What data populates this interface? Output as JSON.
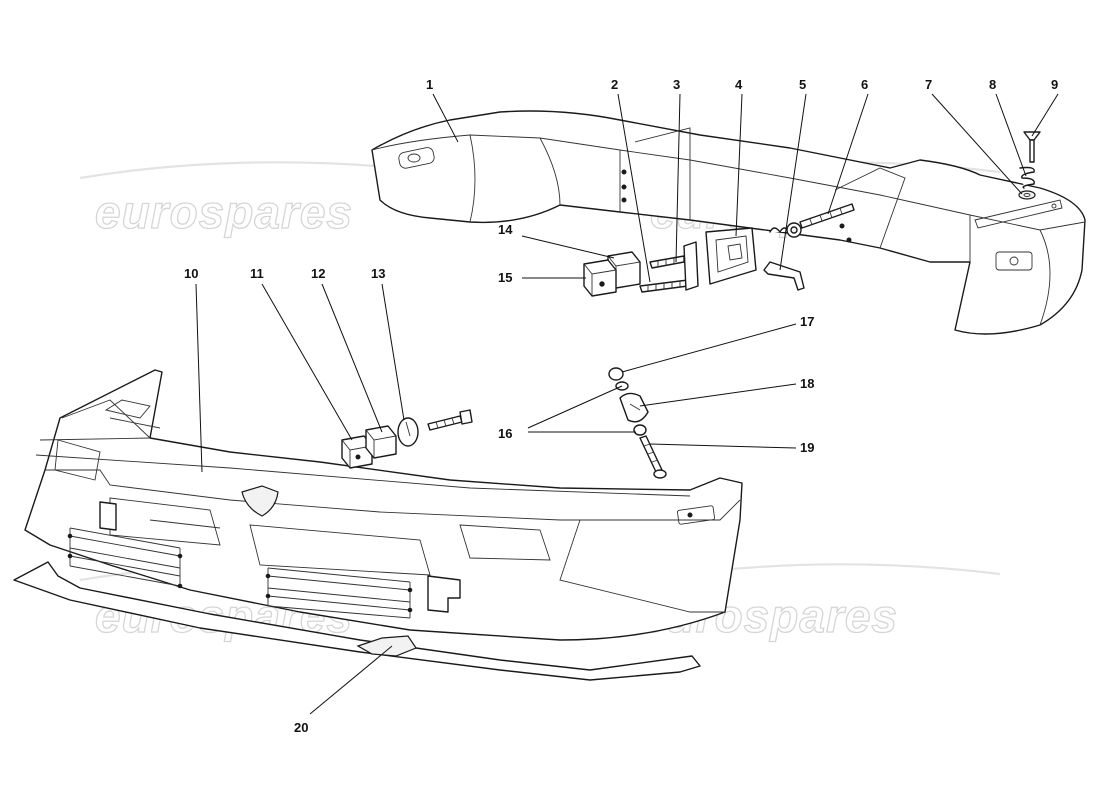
{
  "watermark": {
    "text": "eurospares"
  },
  "callouts": {
    "c1": "1",
    "c2": "2",
    "c3": "3",
    "c4": "4",
    "c5": "5",
    "c6": "6",
    "c7": "7",
    "c8": "8",
    "c9": "9",
    "c10": "10",
    "c11": "11",
    "c12": "12",
    "c13": "13",
    "c14": "14",
    "c15": "15",
    "c16": "16",
    "c17": "17",
    "c18": "18",
    "c19": "19",
    "c20": "20"
  }
}
